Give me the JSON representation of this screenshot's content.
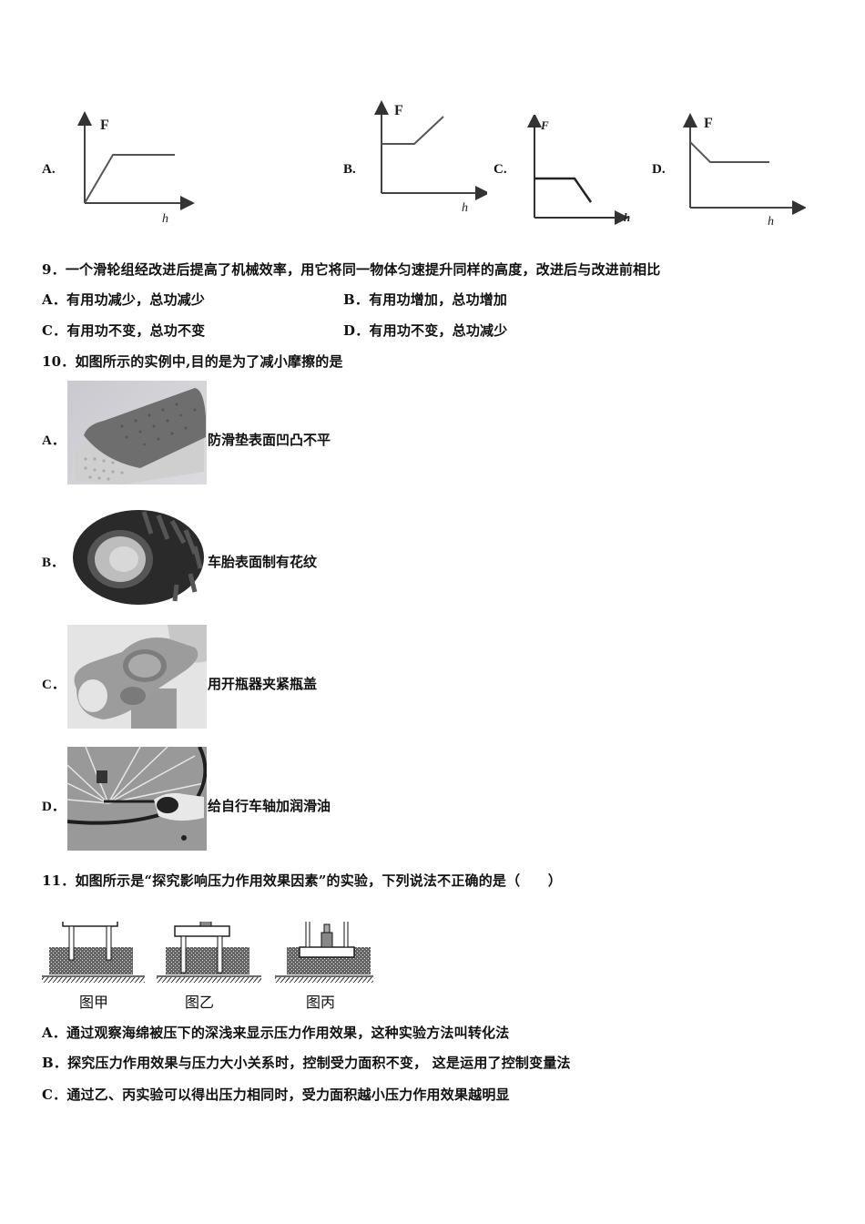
{
  "q8_graphs": {
    "options": [
      {
        "label": "A.",
        "y_axis": "F",
        "x_axis": "h",
        "shape": "rise-then-flat"
      },
      {
        "label": "B.",
        "y_axis": "F",
        "x_axis": "h",
        "shape": "flat-then-rise"
      },
      {
        "label": "C.",
        "y_axis": "F",
        "x_axis": "h",
        "shape": "flat-then-fall"
      },
      {
        "label": "D.",
        "y_axis": "F",
        "x_axis": "h",
        "shape": "fall-then-flat"
      }
    ]
  },
  "q9": {
    "stem": "9．一个滑轮组经改进后提高了机械效率，用它将同一物体匀速提升同样的高度，改进后与改进前相比",
    "options": [
      {
        "label": "A．",
        "text": "有用功减少，总功减少"
      },
      {
        "label": "B．",
        "text": "有用功增加，总功增加"
      },
      {
        "label": "C．",
        "text": "有用功不变，总功不变"
      },
      {
        "label": "D．",
        "text": "有用功不变，总功减少"
      }
    ]
  },
  "q10": {
    "stem": "10．如图所示的实例中,目的是为了减小摩擦的是",
    "options": [
      {
        "label": "A．",
        "text": "防滑垫表面凹凸不平",
        "image": "anti-slip-mat-photo"
      },
      {
        "label": "B．",
        "text": "车胎表面制有花纹",
        "image": "tire-photo"
      },
      {
        "label": "C．",
        "text": "用开瓶器夹紧瓶盖",
        "image": "bottle-opener-photo"
      },
      {
        "label": "D．",
        "text": "给自行车轴加润滑油",
        "image": "bicycle-oil-photo"
      }
    ]
  },
  "q11": {
    "stem": "11．如图所示是“探究影响压力作用效果因素”的实验，下列说法不正确的是（　　）",
    "figures": [
      {
        "caption": "图甲"
      },
      {
        "caption": "图乙"
      },
      {
        "caption": "图丙"
      }
    ],
    "options": [
      {
        "label": "A．",
        "text": "通过观察海绵被压下的深浅来显示压力作用效果，这种实验方法叫转化法"
      },
      {
        "label": "B．",
        "text": "探究压力作用效果与压力大小关系时，控制受力面积不变， 这是运用了控制变量法"
      },
      {
        "label": "C．",
        "text": "通过乙、丙实验可以得出压力相同时，受力面积越小压力作用效果越明显"
      }
    ]
  }
}
